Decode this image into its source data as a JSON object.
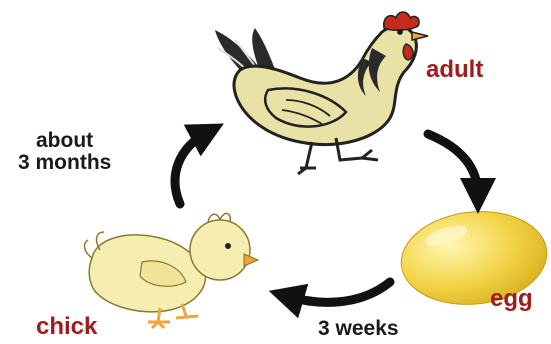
{
  "stages": {
    "adult": "adult",
    "egg": "egg",
    "chick": "chick"
  },
  "durations": {
    "chick_to_adult_line1": "about",
    "chick_to_adult_line2": "3 months",
    "egg_to_chick": "3 weeks"
  },
  "colors": {
    "stage_label": "#a01c1c",
    "hen_body": "#e9e2a6",
    "egg": "#f3d54a",
    "chick": "#f6eeb0",
    "comb": "#c62a1a",
    "beak_feet": "#f0a43a",
    "arrow": "#111111"
  }
}
